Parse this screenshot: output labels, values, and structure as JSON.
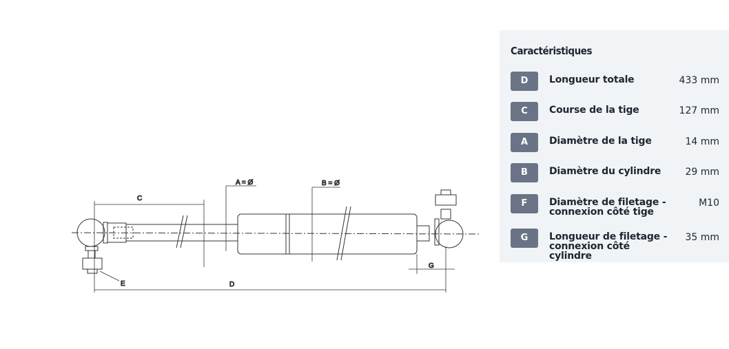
{
  "diagram": {
    "labels": {
      "a": "A = Ø",
      "b": "B = Ø",
      "c": "C",
      "d": "D",
      "e": "E",
      "g": "G"
    }
  },
  "specs": {
    "title": "Caractéristiques",
    "items": [
      {
        "code": "D",
        "label": "Longueur totale",
        "value": "433 mm"
      },
      {
        "code": "C",
        "label": "Course de la tige",
        "value": "127 mm"
      },
      {
        "code": "A",
        "label": "Diamètre de la tige",
        "value": "14 mm"
      },
      {
        "code": "B",
        "label": "Diamètre du cylindre",
        "value": "29 mm"
      },
      {
        "code": "F",
        "label": "Diamètre de filetage - connexion côté tige",
        "value": "M10"
      },
      {
        "code": "G",
        "label": "Longueur de filetage - connexion côté cylindre",
        "value": "35 mm"
      }
    ]
  }
}
